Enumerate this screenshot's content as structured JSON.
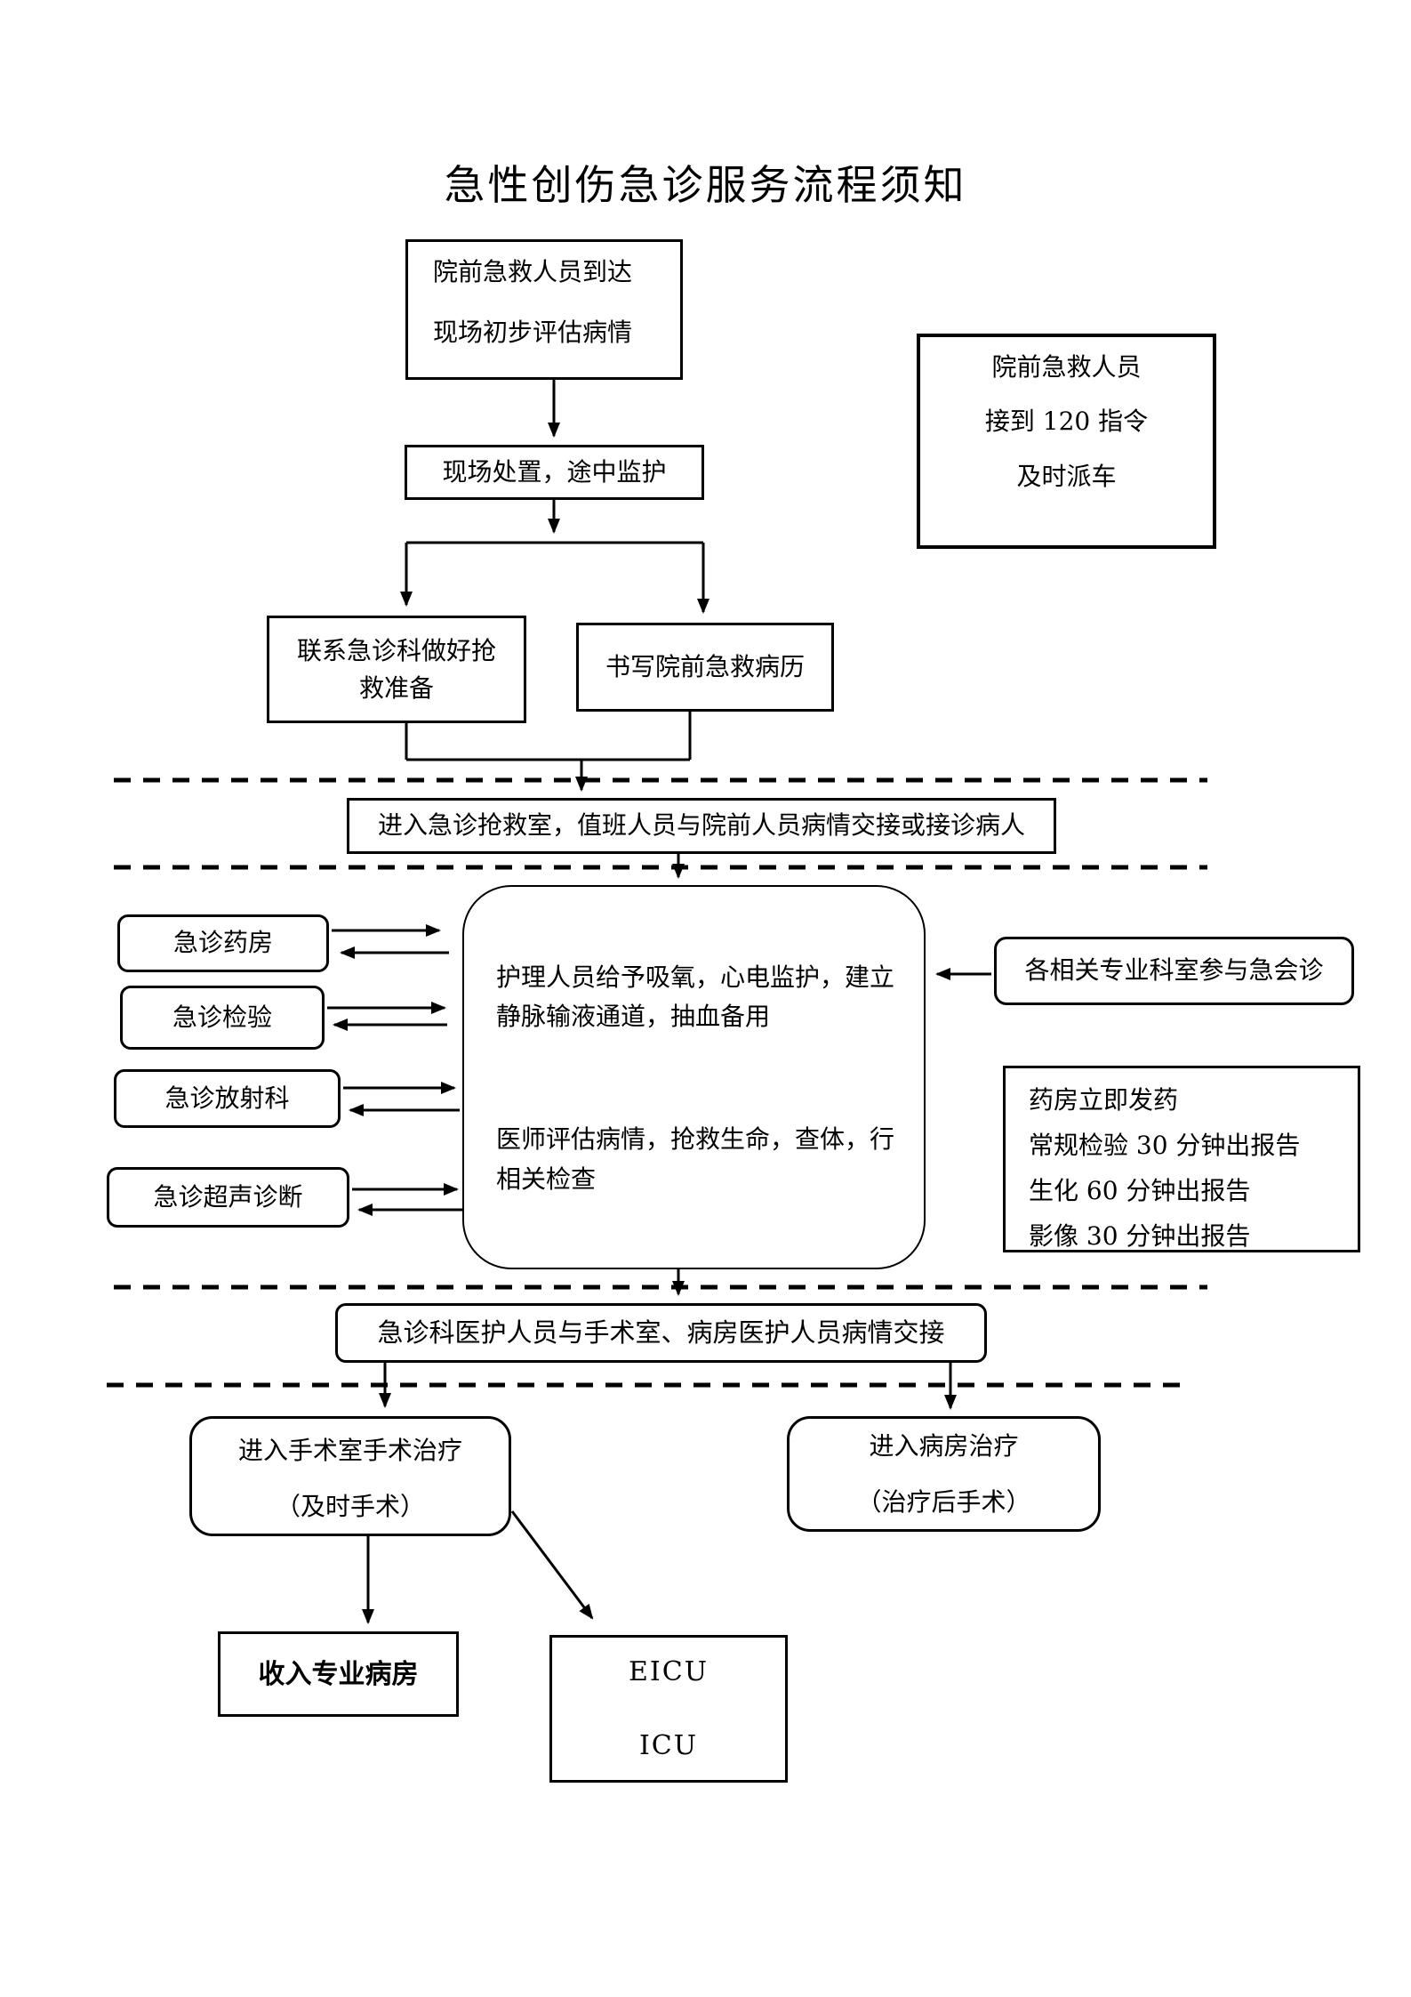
{
  "title": "急性创伤急诊服务流程须知",
  "colors": {
    "ink": "#000000",
    "background": "#ffffff"
  },
  "nodes": {
    "prehospital_arrival": {
      "line1": "院前急救人员到达",
      "line2": "现场初步评估病情"
    },
    "dispatch_120": {
      "line1": "院前急救人员",
      "line2": "接到 120 指令",
      "line3": "及时派车"
    },
    "onsite_handling": {
      "label": "现场处置，途中监护"
    },
    "contact_er": {
      "line1": "联系急诊科做好抢",
      "line2": "救准备"
    },
    "prehospital_record": {
      "label": "书写院前急救病历"
    },
    "enter_rescue_room": {
      "label": "进入急诊抢救室，值班人员与院前人员病情交接或接诊病人"
    },
    "rescue_actions": {
      "nursing": "护理人员给予吸氧，心电监护，建立静脉输液通道，抽血备用",
      "physician": "医师评估病情，抢救生命，查体，行相关检查"
    },
    "er_pharmacy": {
      "label": "急诊药房"
    },
    "er_lab": {
      "label": "急诊检验"
    },
    "er_radiology": {
      "label": "急诊放射科"
    },
    "er_ultrasound": {
      "label": "急诊超声诊断"
    },
    "consultation": {
      "label": "各相关专业科室参与急会诊"
    },
    "service_times": {
      "line1": "药房立即发药",
      "line2": "常规检验 30 分钟出报告",
      "line3": "生化 60 分钟出报告",
      "line4": "影像 30 分钟出报告"
    },
    "handover": {
      "label": "急诊科医护人员与手术室、病房医护人员病情交接"
    },
    "surgery": {
      "line1": "进入手术室手术治疗",
      "line2": "（及时手术）"
    },
    "ward_treatment": {
      "line1": "进入病房治疗",
      "line2": "（治疗后手术）"
    },
    "specialty_ward": {
      "label": "收入专业病房"
    },
    "icu": {
      "line1": "EICU",
      "line2": "ICU"
    }
  }
}
